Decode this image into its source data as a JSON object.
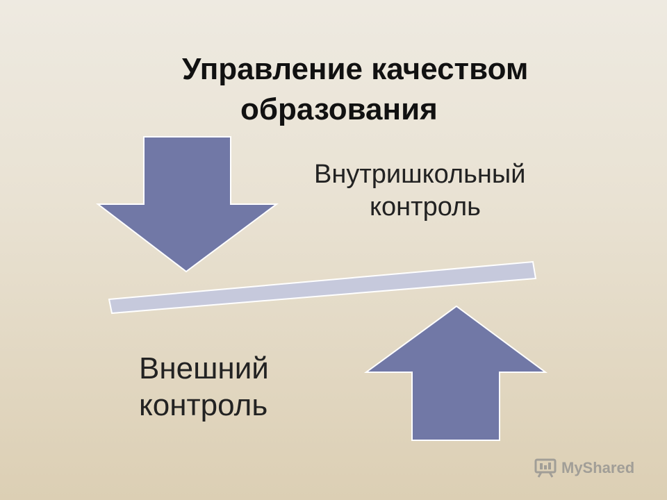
{
  "title": {
    "line1": "Управление качеством",
    "line2": "образования"
  },
  "internal_control": {
    "line1": "Внутришкольный",
    "line2": "контроль"
  },
  "external_control": {
    "line1": "Внешний",
    "line2": "контроль"
  },
  "watermark": {
    "text": "MyShared"
  },
  "colors": {
    "arrow_fill": "#7178a6",
    "beam_fill": "#c6c9dc",
    "background": "#e9e2d3"
  }
}
